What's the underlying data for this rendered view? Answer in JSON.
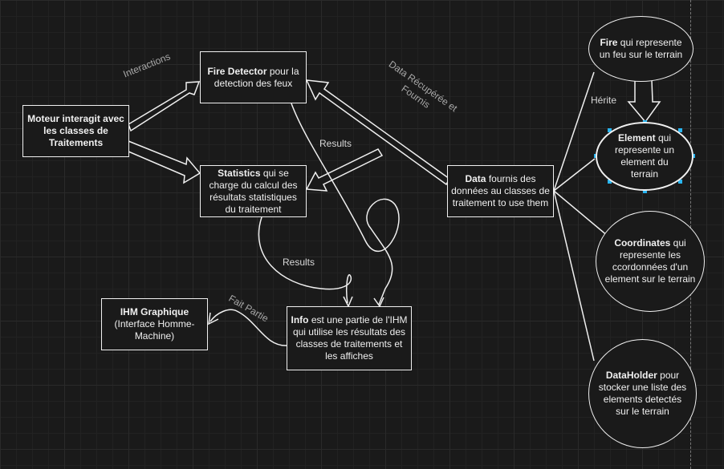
{
  "nodes": {
    "moteur": {
      "title": "Moteur interagit avec les classes de Traitements",
      "rest": ""
    },
    "fire_detector": {
      "title": "Fire Detector",
      "rest": " pour la detection des feux"
    },
    "statistics": {
      "title": "Statistics",
      "rest": " qui se charge du calcul des résultats statistiques du traitement"
    },
    "data": {
      "title": "Data",
      "rest": " fournis des données au classes de traitement to use them"
    },
    "info": {
      "title": "Info",
      "rest": " est une partie de l'IHM qui utilise les résultats des classes de traitements et les affiches"
    },
    "ihm": {
      "title": "IHM Graphique",
      "rest": "(Interface Homme-Machine)"
    },
    "fire": {
      "title": "Fire",
      "rest": " qui represente un feu sur le terrain"
    },
    "element": {
      "title": "Element",
      "rest": " qui represente un element du terrain"
    },
    "coordinates": {
      "title": "Coordinates",
      "rest": " qui represente les ccordonnées d'un element sur le terrain"
    },
    "dataholder": {
      "title": "DataHolder",
      "rest": " pour stocker une liste des elements detectés sur le terrain"
    }
  },
  "labels": {
    "interactions": "Interactions",
    "data_recuperee": "Data Récupérée et Fournis",
    "results_top": "Results",
    "results_bottom": "Results",
    "herite": "Hérite",
    "fait_partie": "Fait Partie"
  },
  "colors": {
    "background": "#1a1a1a",
    "stroke": "#f0f0f0",
    "selection_handle": "#29b6f2"
  }
}
